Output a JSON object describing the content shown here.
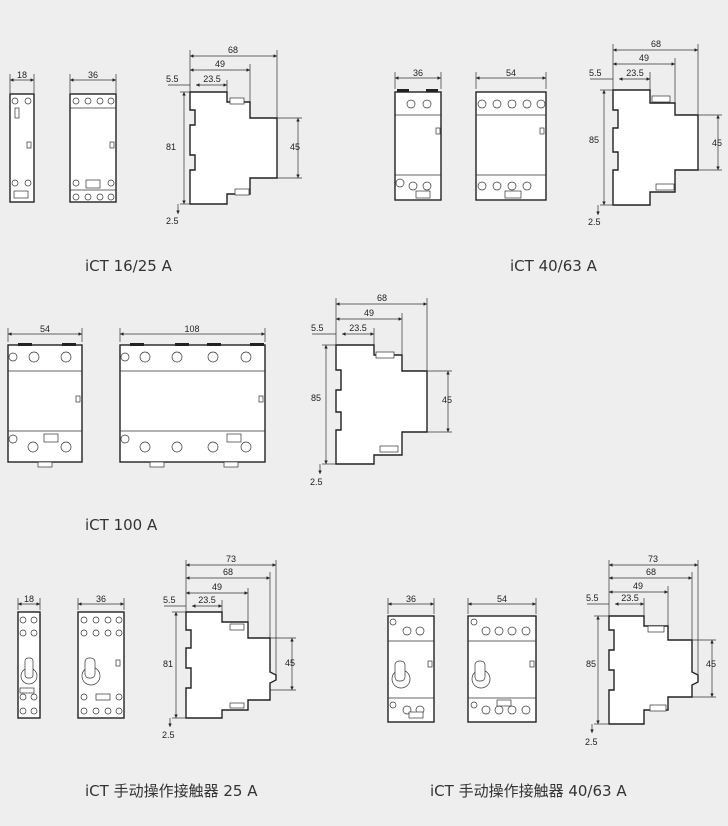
{
  "captions": {
    "c1": "iCT 16/25 A",
    "c2": "iCT 40/63 A",
    "c3": "iCT 100 A",
    "c4": "iCT 手动操作接触器 25 A",
    "c5": "iCT 手动操作接触器 40/63 A"
  },
  "dims": {
    "w18": "18",
    "w36": "36",
    "w54": "54",
    "w108": "108",
    "d68": "68",
    "d49": "49",
    "d23_5": "23.5",
    "d5_5": "5.5",
    "d73": "73",
    "h81": "81",
    "h85": "85",
    "h45": "45",
    "h2_5": "2.5"
  },
  "colors": {
    "background": "#eeeeee",
    "line": "#222222"
  }
}
